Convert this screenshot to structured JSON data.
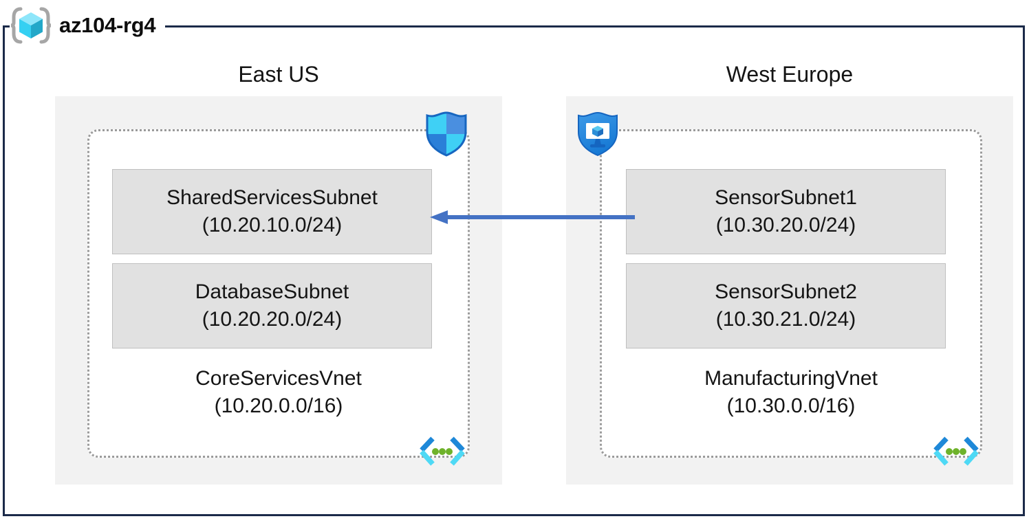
{
  "resource_group": {
    "name": "az104-rg4",
    "icon": "resource-group-cube-icon",
    "frame_color": "#1B2A49"
  },
  "colors": {
    "region_background": "#F2F2F2",
    "vnet_background": "#FFFFFF",
    "vnet_border": "#9A9A9A",
    "subnet_background": "#E1E1E1",
    "subnet_border": "#BFBFBF",
    "arrow": "#4472C4",
    "cube_light": "#7FE3F7",
    "cube_mid": "#37C9E8",
    "cube_dark": "#2AA8C4",
    "shield_blue": "#1B93E8",
    "shield_light": "#3FD0F5",
    "vnet_icon_dark_blue": "#1E88D8",
    "vnet_icon_cyan": "#4ED9F5",
    "vnet_icon_green": "#6EB22A"
  },
  "regions": [
    {
      "label": "East US",
      "security_icon": "network-security-group-shield-icon",
      "vnet": {
        "name": "CoreServicesVnet",
        "cidr": "(10.20.0.0/16)",
        "icon": "virtual-network-icon",
        "subnets": [
          {
            "name": "SharedServicesSubnet",
            "cidr": "(10.20.10.0/24)"
          },
          {
            "name": "DatabaseSubnet",
            "cidr": "(10.20.20.0/24)"
          }
        ]
      }
    },
    {
      "label": "West Europe",
      "security_icon": "application-security-group-shield-icon",
      "vnet": {
        "name": "ManufacturingVnet",
        "cidr": "(10.30.0.0/16)",
        "icon": "virtual-network-icon",
        "subnets": [
          {
            "name": "SensorSubnet1",
            "cidr": "(10.30.20.0/24)"
          },
          {
            "name": "SensorSubnet2",
            "cidr": "(10.30.21.0/24)"
          }
        ]
      }
    }
  ],
  "connection": {
    "icon": "left-arrow-icon",
    "direction": "right-to-left",
    "from": "SensorSubnet1",
    "to": "SharedServicesSubnet"
  }
}
